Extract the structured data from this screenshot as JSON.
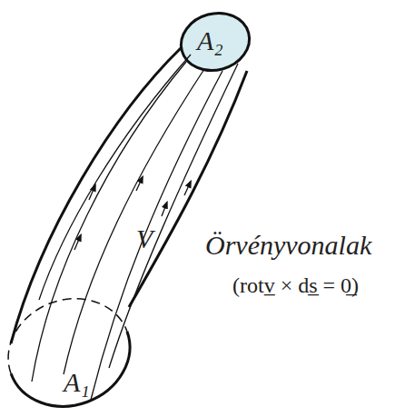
{
  "diagram": {
    "labels": [
      "A₂",
      "V",
      "Örvényvonalak",
      "(rotv̲ × ds̲ = 0̲)",
      "A₁"
    ]
  }
}
